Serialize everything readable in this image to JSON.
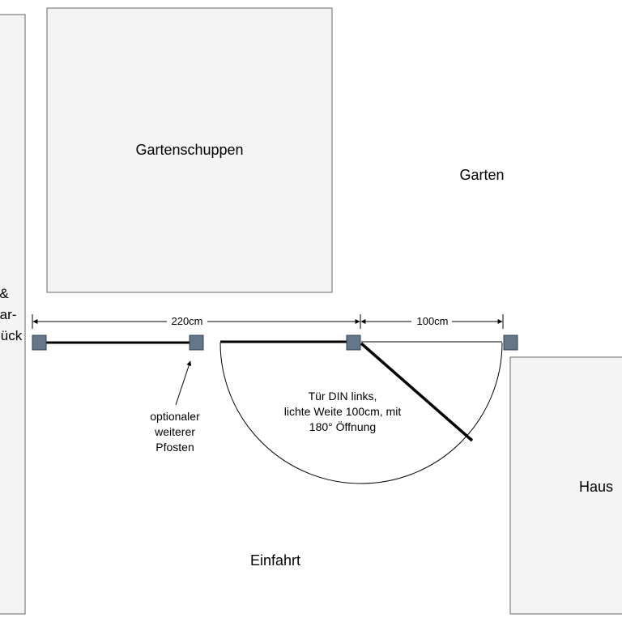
{
  "labels": {
    "shed": "Gartenschuppen",
    "garden": "Garten",
    "house": "Haus",
    "driveway": "Einfahrt",
    "left_building_line1": "&",
    "left_building_line2": "ar-",
    "left_building_line3": "ück"
  },
  "dimensions": {
    "left_span": "220cm",
    "right_span": "100cm"
  },
  "post_note": {
    "line1": "optionaler",
    "line2": "weiterer",
    "line3": "Pfosten"
  },
  "door_note": {
    "line1": "Tür DIN links,",
    "line2": "lichte Weite 100cm, mit",
    "line3": "180° Öffnung"
  },
  "colors": {
    "building_fill": "#f4f4f4",
    "building_stroke": "#666666",
    "post_fill": "#647687",
    "post_stroke": "#314354",
    "line": "#000000"
  }
}
